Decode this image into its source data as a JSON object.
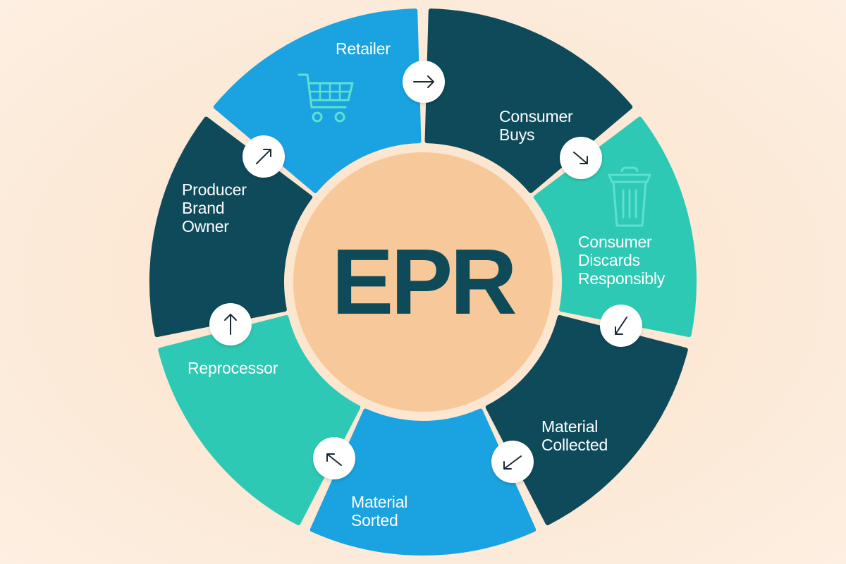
{
  "center": {
    "label": "EPR"
  },
  "segments": [
    {
      "id": "retailer",
      "label": "Retailer",
      "icon": "shopping-cart-icon",
      "color": "#0e4a5a"
    },
    {
      "id": "consumer-buys",
      "label": "Consumer\nBuys",
      "icon": "hand-with-bag-icon",
      "color": "#2ec9b4"
    },
    {
      "id": "consumer-discards",
      "label": "Consumer\nDiscards\nResponsibly",
      "icon": "trash-bin-icon",
      "color": "#0e4a5a"
    },
    {
      "id": "material-collected",
      "label": "Material\nCollected",
      "icon": "",
      "color": "#1aa3e0"
    },
    {
      "id": "material-sorted",
      "label": "Material\nSorted",
      "icon": "",
      "color": "#2ec9b4"
    },
    {
      "id": "reprocessor",
      "label": "Reprocessor",
      "icon": "",
      "color": "#0e4a5a"
    },
    {
      "id": "producer",
      "label": "Producer\nBrand\nOwner",
      "icon": "",
      "color": "#1aa3e0"
    }
  ],
  "colors": {
    "center": "#f7c89a",
    "center_text": "#0e4a58",
    "icon_stroke": "#5fe0cf",
    "icon_stroke_dark": "#0e4a5a"
  },
  "arrows": [
    "right-arrow-icon",
    "down-right-arrow-icon",
    "down-left-arrow-icon",
    "down-left-arrow-icon",
    "up-left-arrow-icon",
    "up-arrow-icon",
    "up-right-arrow-icon"
  ]
}
